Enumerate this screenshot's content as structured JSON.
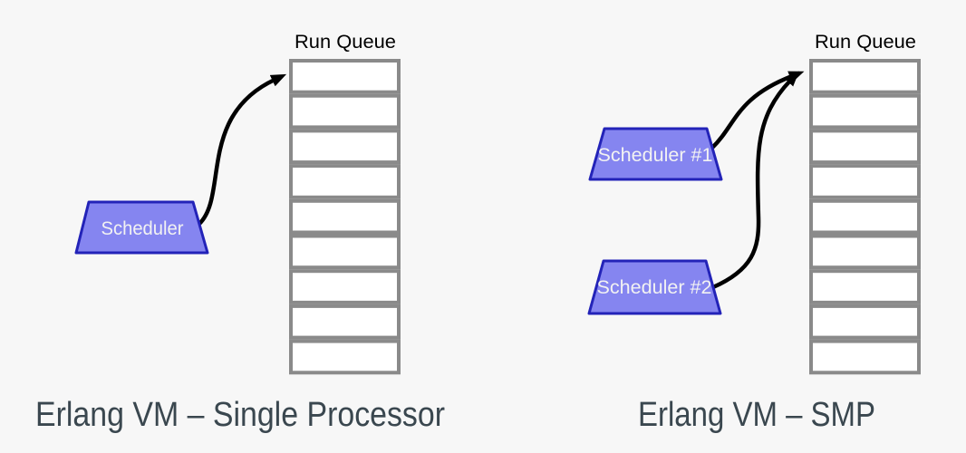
{
  "colors": {
    "background": "#f7f7f7",
    "queue_border": "#8a8a8a",
    "queue_fill": "#ffffff",
    "trapezoid_fill": "#8585f0",
    "trapezoid_border": "#2323b8",
    "arrow": "#000000",
    "label_text": "#000000",
    "scheduler_text": "#f2f2f2",
    "caption_text": "#3a474f"
  },
  "left_panel": {
    "run_queue_label": "Run Queue",
    "queue_cell_count": 9,
    "schedulers": [
      {
        "label": "Scheduler"
      }
    ],
    "caption": "Erlang VM – Single Processor"
  },
  "right_panel": {
    "run_queue_label": "Run Queue",
    "queue_cell_count": 9,
    "schedulers": [
      {
        "label": "Scheduler #1"
      },
      {
        "label": "Scheduler #2"
      }
    ],
    "caption": "Erlang VM – SMP"
  }
}
